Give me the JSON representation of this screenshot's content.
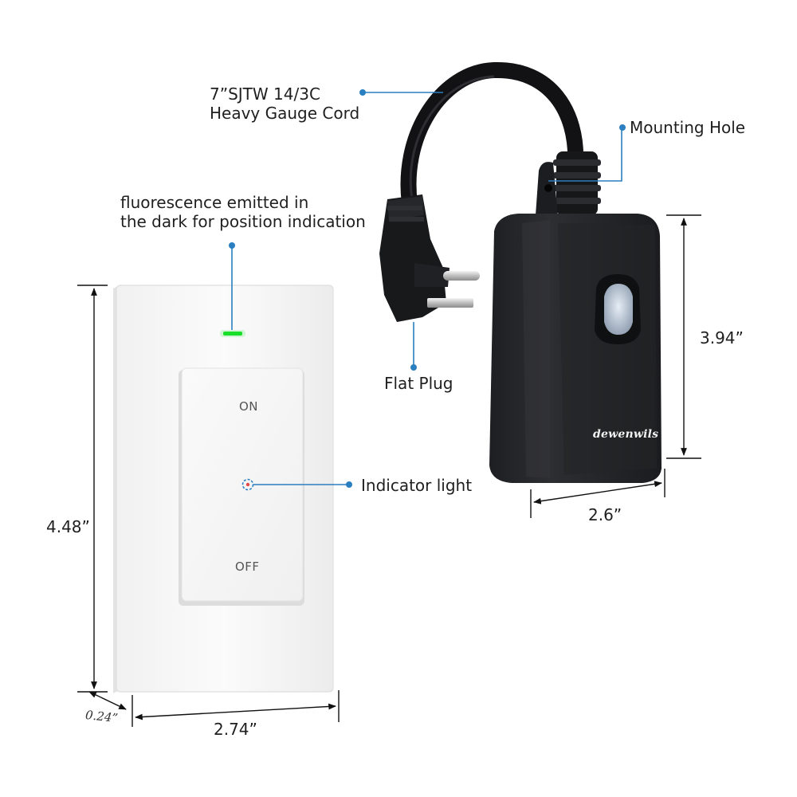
{
  "callouts": {
    "cord_line1": "7”SJTW 14/3C",
    "cord_line2": "Heavy Gauge Cord",
    "mounting_hole": "Mounting Hole",
    "fluorescence_line1": "fluorescence emitted in",
    "fluorescence_line2": "the dark for position indication",
    "flat_plug": "Flat Plug",
    "indicator_light": "Indicator light"
  },
  "switch": {
    "on_label": "ON",
    "off_label": "OFF"
  },
  "plug_device": {
    "brand": "dewenwils"
  },
  "dimensions": {
    "switch_height": "4.48”",
    "switch_width": "2.74”",
    "switch_depth": "0.24”",
    "plug_height": "3.94”",
    "plug_width": "2.6”"
  },
  "colors": {
    "callout_blue": "#2a7fc0",
    "glow_green": "#19e02a",
    "device_black": "#26272a"
  }
}
